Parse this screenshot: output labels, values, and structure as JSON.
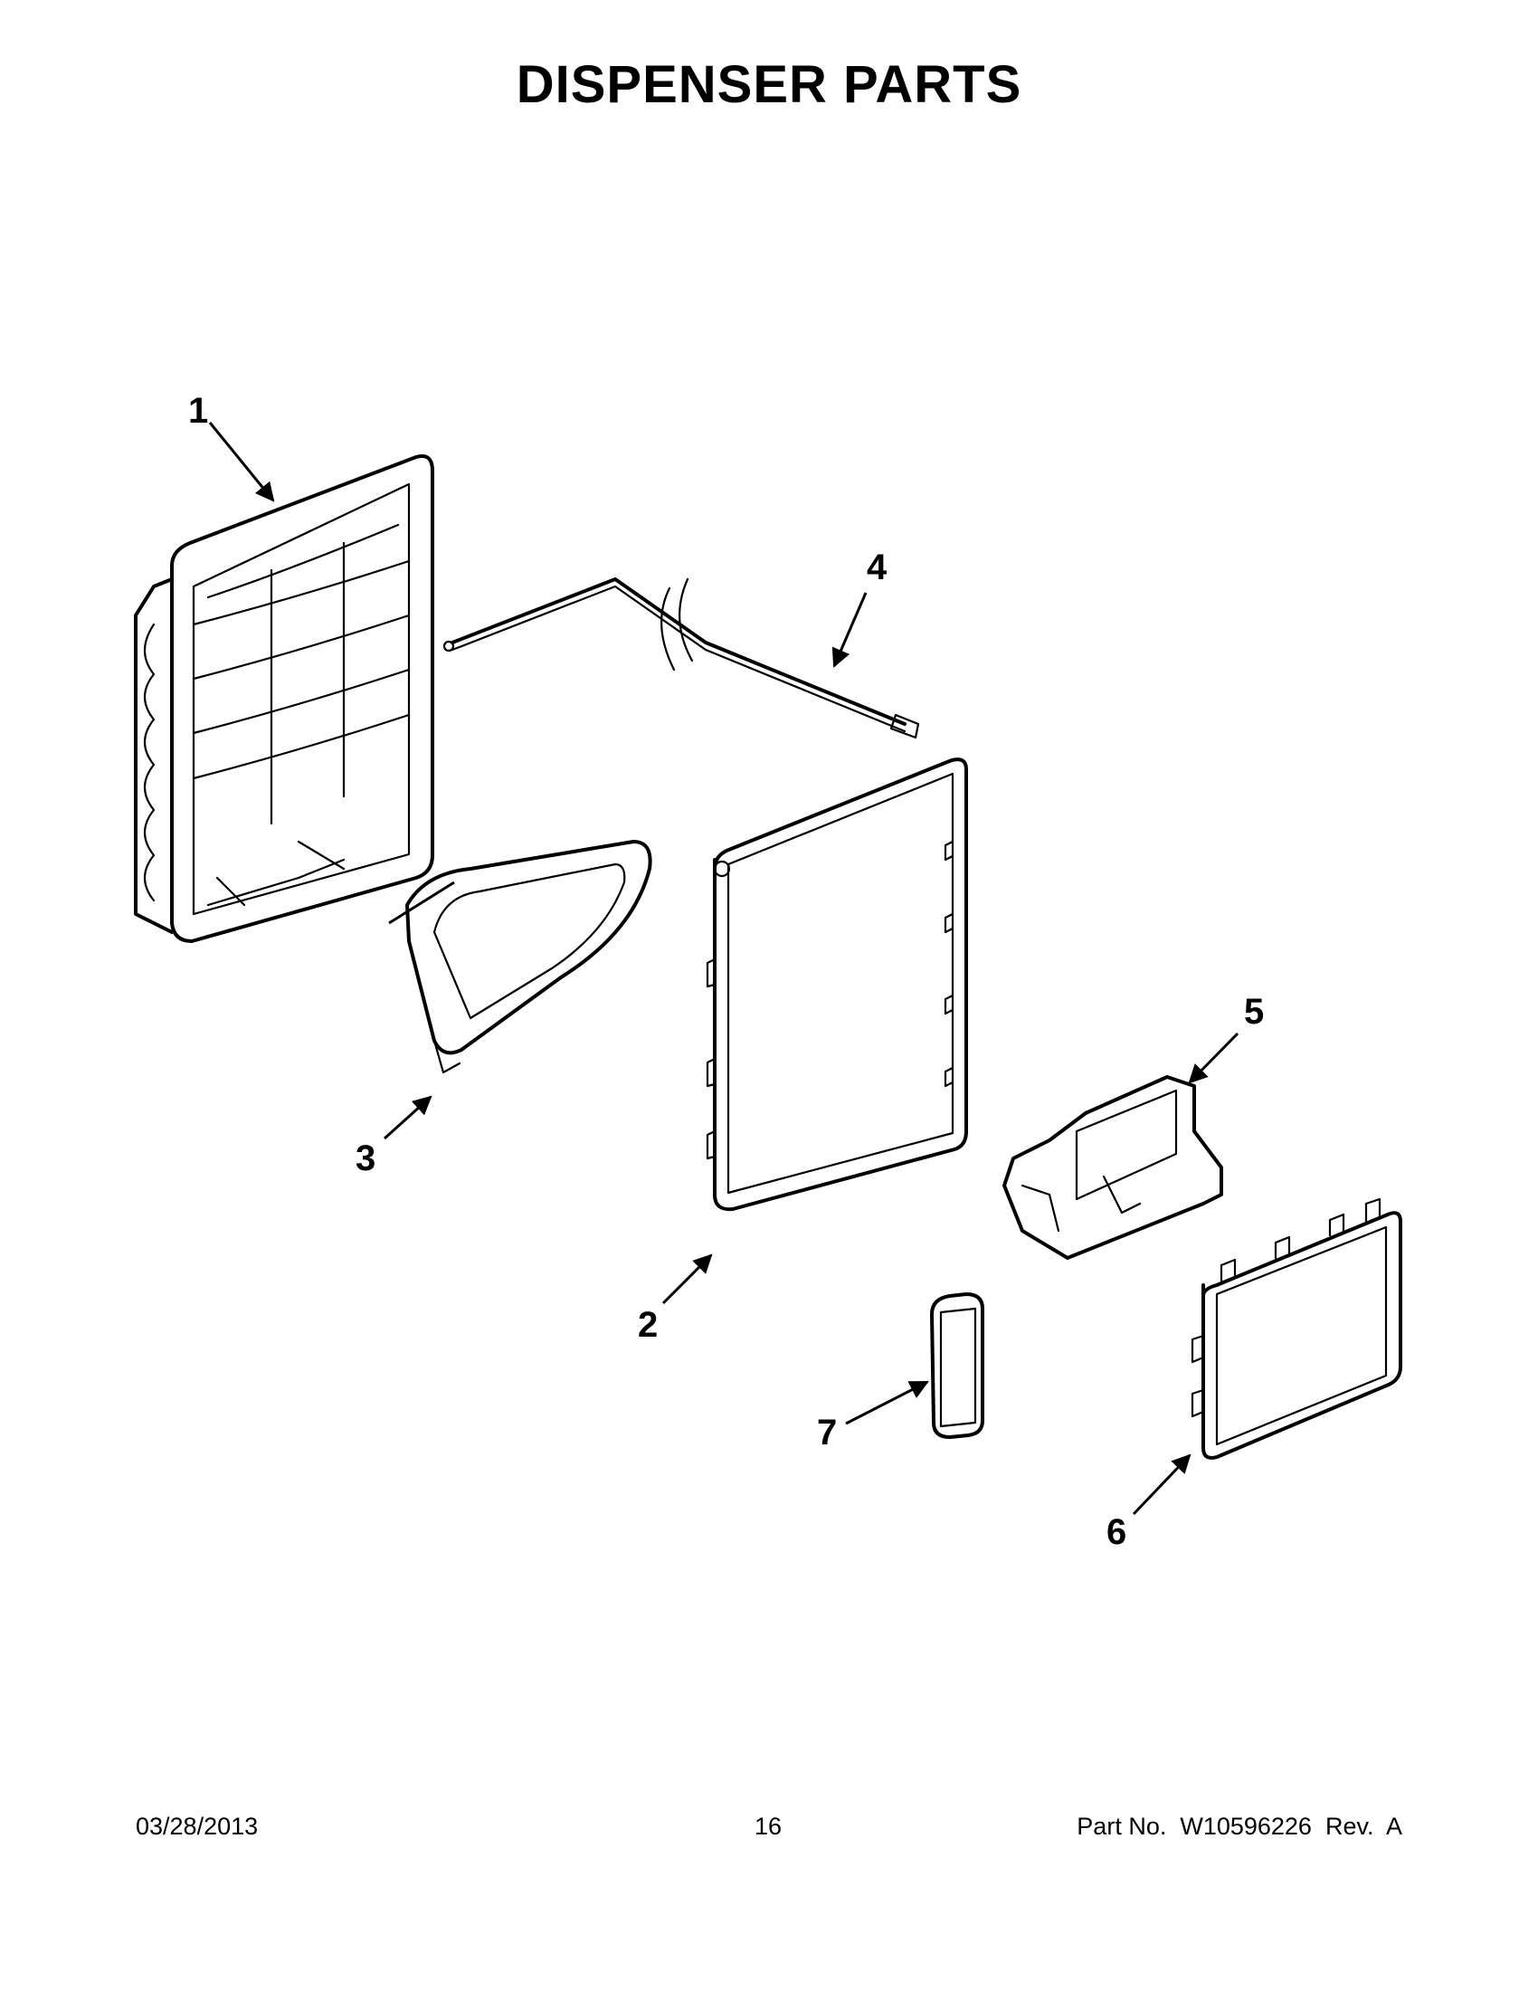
{
  "title": "DISPENSER PARTS",
  "callouts": [
    "1",
    "2",
    "3",
    "4",
    "5",
    "6",
    "7"
  ],
  "footer": {
    "date": "03/28/2013",
    "page": "16",
    "part_no": "Part No.  W10596226  Rev.  A"
  }
}
